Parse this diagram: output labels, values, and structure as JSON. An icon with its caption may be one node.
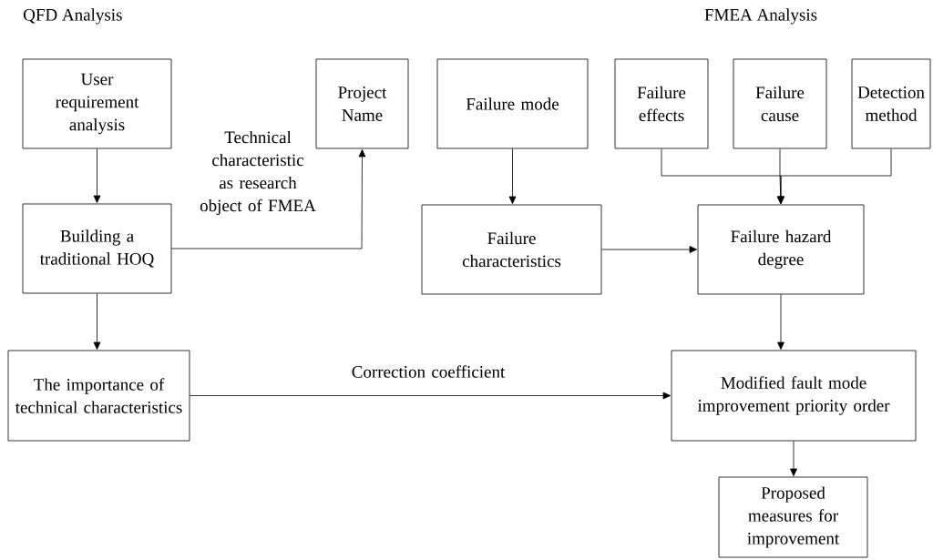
{
  "diagram": {
    "nodes": [
      {
        "text": [
          "User requirement analysis"
        ]
      },
      {
        "text": [
          "Building a traditional HOQ"
        ]
      },
      {
        "text": [
          "Project Name"
        ]
      },
      {
        "text": [
          "The importance of technical characteristics"
        ]
      },
      {
        "text": [
          "Failure mode"
        ]
      },
      {
        "text": [
          "Failure effects"
        ]
      },
      {
        "text": [
          "Failure cause"
        ]
      },
      {
        "text": [
          "Detection method"
        ]
      },
      {
        "text": [
          "Failure characteristics"
        ]
      },
      {
        "text": [
          "Failure hazard degree"
        ]
      },
      {
        "text": [
          "Modified fault mode improvement priority order"
        ]
      },
      {
        "text": [
          "Proposed measures for improvement"
        ]
      }
    ],
    "edges": [
      {
        "from": 0,
        "to": 1,
        "arrow": "to"
      },
      {
        "from": 1,
        "to": 2,
        "arrow": "to",
        "label": "Technical characteristic as research object of FMEA"
      },
      {
        "from": 1,
        "to": 3,
        "arrow": "to"
      },
      {
        "from": 4,
        "to": 8,
        "arrow": "to"
      },
      {
        "from": 5,
        "to": 9,
        "arrow": "to"
      },
      {
        "from": 6,
        "to": 9,
        "arrow": "to"
      },
      {
        "from": 7,
        "to": 9,
        "arrow": "to"
      },
      {
        "from": 8,
        "to": 9,
        "arrow": "to"
      },
      {
        "from": 9,
        "to": 10,
        "arrow": "to"
      },
      {
        "from": 3,
        "to": 10,
        "arrow": "to",
        "label": "Correction coefficient"
      },
      {
        "from": 10,
        "to": 11,
        "arrow": "to"
      }
    ],
    "labels": [
      "QFD Analysis",
      "FMEA Analysis"
    ]
  }
}
